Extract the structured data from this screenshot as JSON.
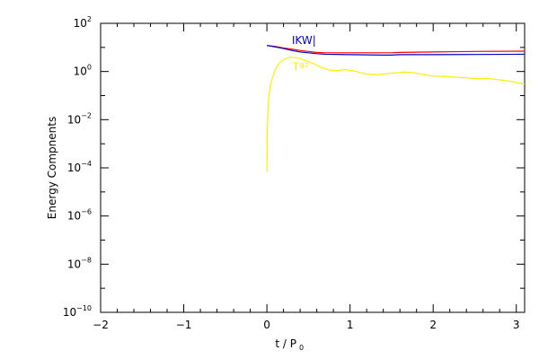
{
  "chart_data": {
    "type": "line",
    "xlabel": "t / P",
    "xlabel_sub": "0",
    "ylabel": "Energy Compnents",
    "xlim": [
      -2,
      3.1
    ],
    "ylim": [
      1e-10,
      100
    ],
    "yscale": "log",
    "grid": false,
    "x_ticks": [
      -2,
      -1,
      0,
      1,
      2,
      3
    ],
    "x_tick_labels": [
      "−2",
      "−1",
      "0",
      "1",
      "2",
      "3"
    ],
    "y_ticks": [
      {
        "value": 100.0,
        "base": "10",
        "exp": "2"
      },
      {
        "value": 1.0,
        "base": "10",
        "exp": "0"
      },
      {
        "value": 0.01,
        "base": "10",
        "exp": "−2"
      },
      {
        "value": 0.0001,
        "base": "10",
        "exp": "−4"
      },
      {
        "value": 1e-06,
        "base": "10",
        "exp": "−6"
      },
      {
        "value": 1e-08,
        "base": "10",
        "exp": "−8"
      },
      {
        "value": 1e-10,
        "base": "10",
        "exp": "−10"
      }
    ],
    "series": [
      {
        "color": "#ff0000",
        "points": [
          [
            0.0,
            12
          ],
          [
            0.1,
            11
          ],
          [
            0.2,
            9.5
          ],
          [
            0.3,
            8.5
          ],
          [
            0.4,
            7.5
          ],
          [
            0.5,
            6.8
          ],
          [
            0.6,
            6.2
          ],
          [
            0.7,
            6.0
          ],
          [
            1.0,
            6.0
          ],
          [
            1.5,
            6.0
          ],
          [
            1.6,
            6.2
          ],
          [
            2.0,
            6.5
          ],
          [
            2.5,
            6.8
          ],
          [
            3.1,
            7.0
          ]
        ]
      },
      {
        "color": "#0000cc",
        "points": [
          [
            0.0,
            12
          ],
          [
            0.1,
            10.5
          ],
          [
            0.2,
            9.0
          ],
          [
            0.3,
            7.5
          ],
          [
            0.4,
            6.5
          ],
          [
            0.5,
            6.0
          ],
          [
            0.6,
            5.5
          ],
          [
            0.7,
            5.2
          ],
          [
            1.0,
            5.0
          ],
          [
            1.4,
            4.8
          ],
          [
            1.5,
            4.8
          ],
          [
            1.6,
            5.0
          ],
          [
            2.0,
            5.0
          ],
          [
            2.5,
            5.1
          ],
          [
            3.1,
            5.2
          ]
        ]
      },
      {
        "color": "#ffee00",
        "points": [
          [
            0.0,
            7e-05
          ],
          [
            0.002,
            0.0005
          ],
          [
            0.005,
            0.003
          ],
          [
            0.01,
            0.015
          ],
          [
            0.02,
            0.07
          ],
          [
            0.04,
            0.25
          ],
          [
            0.07,
            0.6
          ],
          [
            0.1,
            1.2
          ],
          [
            0.15,
            2.2
          ],
          [
            0.2,
            3.2
          ],
          [
            0.27,
            3.9
          ],
          [
            0.35,
            3.8
          ],
          [
            0.45,
            3.0
          ],
          [
            0.55,
            2.2
          ],
          [
            0.65,
            1.5
          ],
          [
            0.75,
            1.15
          ],
          [
            0.85,
            1.1
          ],
          [
            0.95,
            1.2
          ],
          [
            1.05,
            1.05
          ],
          [
            1.15,
            0.85
          ],
          [
            1.25,
            0.75
          ],
          [
            1.35,
            0.75
          ],
          [
            1.5,
            0.85
          ],
          [
            1.65,
            0.95
          ],
          [
            1.75,
            0.9
          ],
          [
            1.85,
            0.78
          ],
          [
            2.0,
            0.65
          ],
          [
            2.2,
            0.6
          ],
          [
            2.4,
            0.55
          ],
          [
            2.55,
            0.5
          ],
          [
            2.65,
            0.52
          ],
          [
            2.8,
            0.45
          ],
          [
            2.95,
            0.38
          ],
          [
            3.1,
            0.3
          ]
        ]
      }
    ],
    "annotations": [
      {
        "text": "IKW|",
        "x": 0.3,
        "y": 14,
        "color": "#0000cc"
      },
      {
        "text": "Tª²",
        "x": 0.31,
        "y": 1.1,
        "color": "#ffee00"
      }
    ]
  }
}
